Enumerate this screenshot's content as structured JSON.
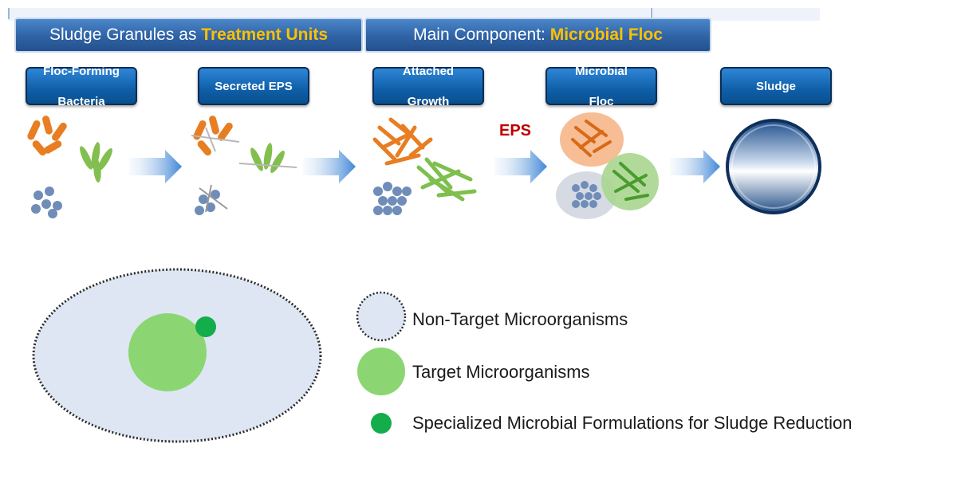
{
  "banners": {
    "left": {
      "prefix": "Sludge Granules as ",
      "highlight": "Treatment Units"
    },
    "right": {
      "prefix": "Main Component: ",
      "highlight": "Microbial Floc"
    }
  },
  "stages": [
    {
      "line1": "Floc-Forming",
      "line2": "Bacteria"
    },
    {
      "line1": "Secreted EPS",
      "line2": ""
    },
    {
      "line1": "Attached",
      "line2": "Growth"
    },
    {
      "line1": "Microbial",
      "line2": "Floc"
    },
    {
      "line1": "Sludge",
      "line2": ""
    }
  ],
  "eps_label": "EPS",
  "legend": [
    {
      "label": "Non-Target Microorganisms",
      "icon": "dotted-circle-icon",
      "color": "#dde6f2"
    },
    {
      "label": "Target Microorganisms",
      "icon": "green-circle-icon",
      "color": "#8bd672"
    },
    {
      "label": "Specialized Microbial Formulations for Sludge Reduction",
      "icon": "small-green-dot-icon",
      "color": "#13ad4c"
    }
  ],
  "colors": {
    "banner_blue": "#2f63a6",
    "highlight": "#ffc000",
    "stage_blue": "#0f5fa8",
    "eps_red": "#c00000",
    "orange_bacteria": "#e87d22",
    "green_bacteria": "#7fbf4d",
    "blue_cocci": "#6f8db8"
  }
}
